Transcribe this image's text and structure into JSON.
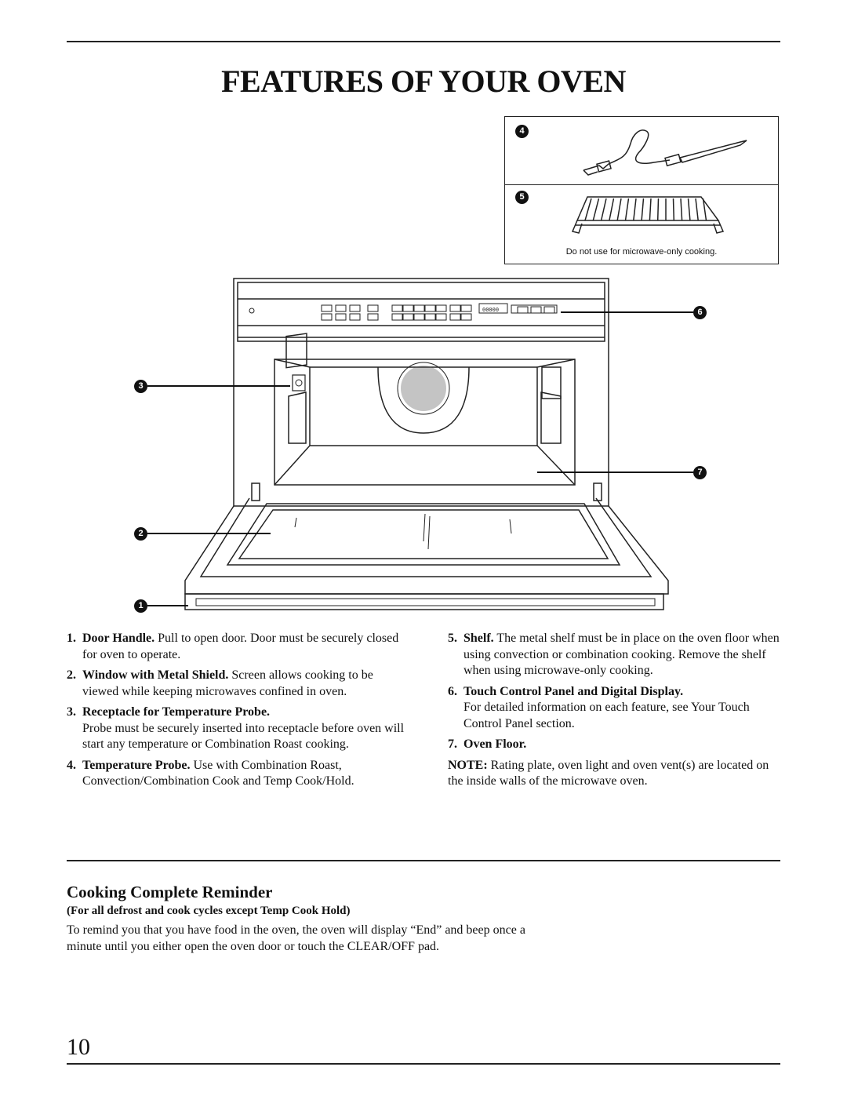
{
  "page": {
    "title": "FEATURES OF YOUR OVEN",
    "number": "10"
  },
  "diagram": {
    "accessory_note": "Do not use for microwave-only cooking.",
    "callouts": [
      "1",
      "2",
      "3",
      "4",
      "5",
      "6",
      "7"
    ],
    "control_panel_display": "00000"
  },
  "features": {
    "left": [
      {
        "num": "1.",
        "title": "Door Handle.",
        "text": " Pull to open door. Door must be securely closed for oven to operate."
      },
      {
        "num": "2.",
        "title": "Window with Metal Shield.",
        "text": " Screen allows cooking to be viewed while keeping microwaves confined in oven."
      },
      {
        "num": "3.",
        "title": "Receptacle for Temperature Probe.",
        "text": "Probe must be securely inserted into receptacle before oven will start any temperature or Combination Roast cooking."
      },
      {
        "num": "4.",
        "title": "Temperature Probe.",
        "text": " Use with Combination Roast, Convection/Combination Cook and Temp Cook/Hold."
      }
    ],
    "right": [
      {
        "num": "5.",
        "title": "Shelf.",
        "text": " The metal shelf must be in place on the oven floor when using convection or combination cooking. Remove the shelf when using microwave-only cooking."
      },
      {
        "num": "6.",
        "title": "Touch Control Panel and Digital Display.",
        "text": "For detailed information on each feature, see Your Touch Control Panel section."
      },
      {
        "num": "7.",
        "title": "Oven Floor.",
        "text": ""
      }
    ],
    "note_label": "NOTE:",
    "note_text": " Rating plate, oven light and oven vent(s) are located on the inside walls of the microwave oven."
  },
  "reminder": {
    "heading": "Cooking Complete Reminder",
    "subheading": "(For all defrost and cook cycles except Temp Cook Hold)",
    "body": "To remind you that you have food in the oven, the oven will display “End” and beep once a minute until you either open the oven door or touch the CLEAR/OFF pad."
  }
}
